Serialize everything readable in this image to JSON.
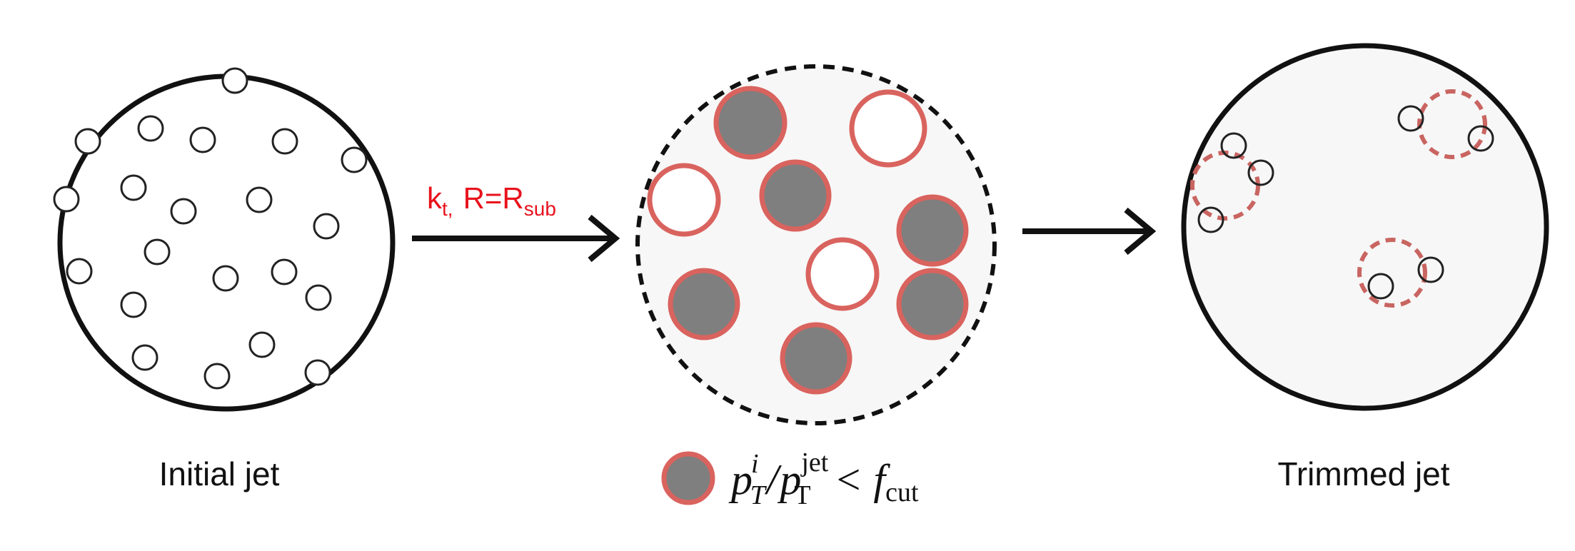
{
  "colors": {
    "jet_outline": "#111111",
    "particle_outline": "#222222",
    "subjet_outline": "#d9635e",
    "subjet_removed_fill": "#7f7f7f",
    "trimmed_subjet_dash": "#c96561",
    "background_fill": "#f7f7f7",
    "algorithm_label": "#e8121c"
  },
  "panels": {
    "initial": {
      "caption": "Initial jet"
    },
    "clustered": {},
    "trimmed": {
      "caption": "Trimmed jet"
    }
  },
  "algorithm": {
    "k": "k",
    "k_sub": "t",
    "comma": ",",
    "r_eq": "R=R",
    "r_sub": "sub"
  },
  "legend": {
    "p1": "p",
    "p1_sup": "i",
    "p1_sub": "T",
    "slash": "/",
    "p2": "p",
    "p2_sup": "jet",
    "p2_sub": "T",
    "lt": "<",
    "f": "f",
    "f_sub": "cut"
  }
}
